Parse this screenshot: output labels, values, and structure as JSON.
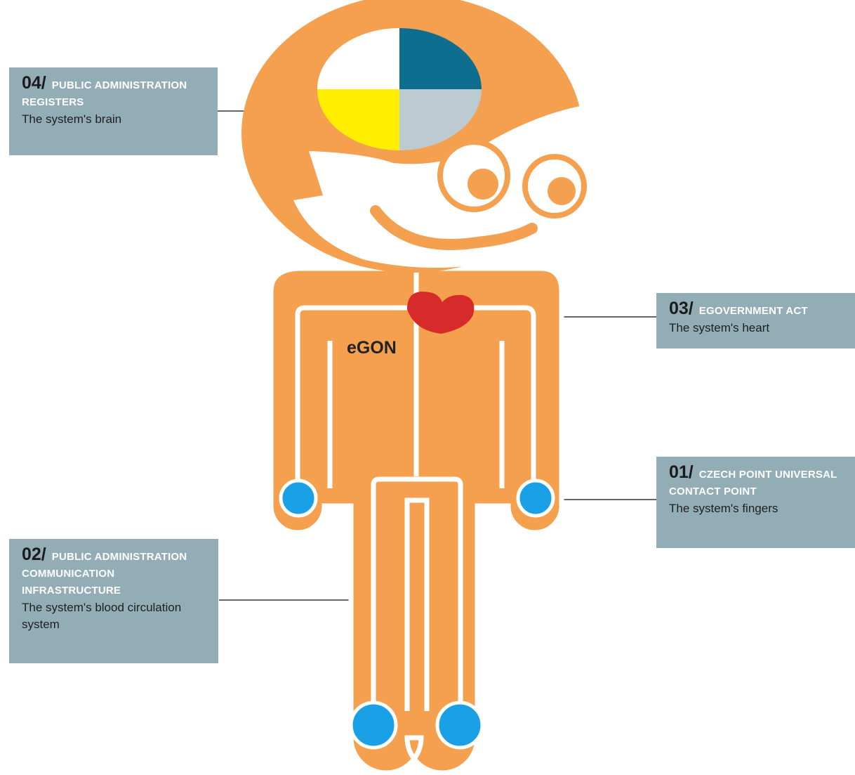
{
  "character": {
    "name": "eGON"
  },
  "callouts": {
    "c04": {
      "number": "04/",
      "title": "PUBLIC ADMINISTRATION REGISTERS",
      "desc": "The system's brain"
    },
    "c03": {
      "number": "03/",
      "title": "eGOVERNMENT ACT",
      "desc": "The system's heart"
    },
    "c01": {
      "number": "01/",
      "title": "CZECH POINT UNIVERSAL CONTACT POINT",
      "desc": "The system's fingers"
    },
    "c02": {
      "number": "02/",
      "title": "PUBLIC ADMINISTRATION COMMUNICATION INFRASTRUCTURE",
      "desc": "The system's blood circulation system"
    }
  },
  "colors": {
    "body": "#f5a04f",
    "outline": "#ffffff",
    "callout_bg": "#93adb6",
    "brain_blue": "#0d6e8f",
    "brain_yellow": "#ffee00",
    "brain_grey": "#bccad1",
    "heart": "#d72b2b",
    "nodes": "#1aa0e6"
  }
}
